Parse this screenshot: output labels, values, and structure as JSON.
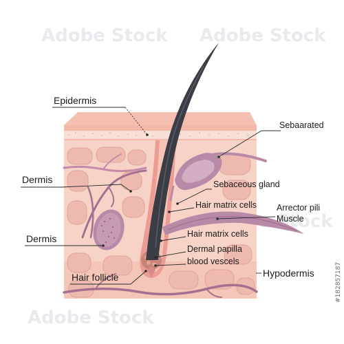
{
  "labels": {
    "epidermis": "Epidermis",
    "dermis_upper": "Dermis",
    "dermis_lower": "Dermis",
    "hair_follicle": "Hair follicle",
    "sebaarated": "Sebaarated",
    "sebaceous_gland": "Sebaceous gland",
    "hair_matrix_upper": "Hair matrix cells",
    "arrector_pili_line1": "Arrector pili",
    "arrector_pili_line2": "Muscle",
    "hair_matrix_lower": "Hair matrix cells",
    "dermal_papilla": "Dermal papilla",
    "blood_vessels": "blood vescels",
    "hypodermis": "Hypodermis"
  },
  "stock_id": "#182857187",
  "watermark_text": "Adobe Stock",
  "colors": {
    "skin_base": "#f6d3c6",
    "epidermis_top": "#f2b8a8",
    "epidermis_speckle": "#faeae2",
    "cell_fill": "#eebab0",
    "cell_stroke": "#e0a497",
    "hair": "#3b3d45",
    "hair_highlight": "#5a5d67",
    "vessel": "#a5708f",
    "vessel_light": "#c68aa9",
    "sebaceous": "#b98aa7",
    "follicle_sheath": "#ec9c94",
    "bulb": "#c98478",
    "leader": "#2a2a2a"
  }
}
